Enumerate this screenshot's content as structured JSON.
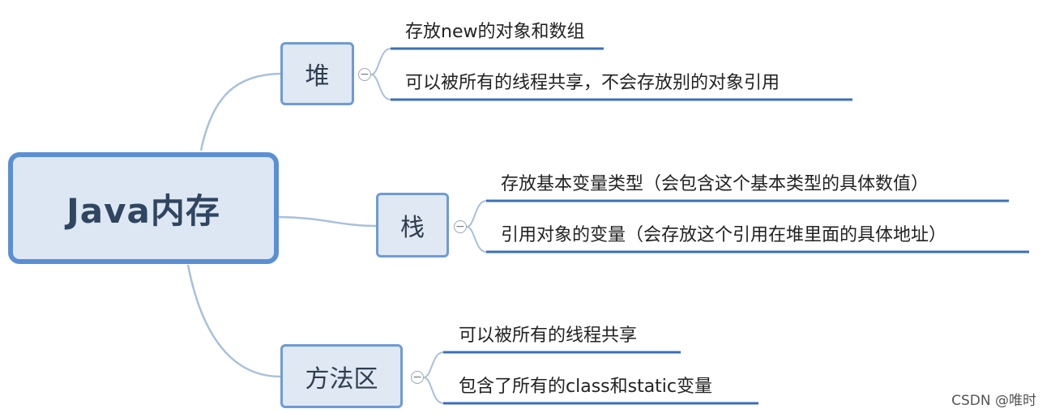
{
  "root": {
    "label": "Java内存"
  },
  "branches": [
    {
      "label": "堆",
      "collapse_symbol": "−",
      "leaves": [
        "存放new的对象和数组",
        "可以被所有的线程共享，不会存放别的对象引用"
      ]
    },
    {
      "label": "栈",
      "collapse_symbol": "−",
      "leaves": [
        "存放基本变量类型（会包含这个基本类型的具体数值）",
        "引用对象的变量（会存放这个引用在堆里面的具体地址）"
      ]
    },
    {
      "label": "方法区",
      "collapse_symbol": "−",
      "leaves": [
        "可以被所有的线程共享",
        "包含了所有的class和static变量"
      ]
    }
  ],
  "watermark": "CSDN @唯时",
  "colors": {
    "root_border": "#5b8fd4",
    "root_fill": "#dde7f3",
    "branch_border": "#6e9bd6",
    "branch_fill": "#dfe8f3",
    "connector_line": "#a9c0dc",
    "leaf_underline": "#3b6fb8"
  }
}
